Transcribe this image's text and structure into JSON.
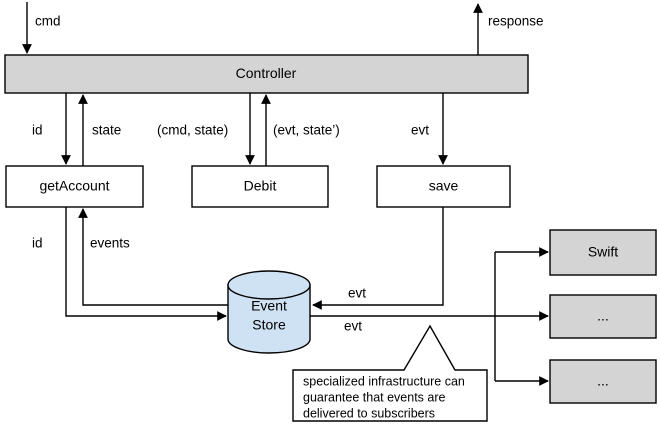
{
  "diagram": {
    "title": "Event Sourcing / CQRS flow diagram",
    "colors": {
      "process_fill": "#d4d4d4",
      "step_fill": "#ffffff",
      "datastore_fill": "#cfe2f3",
      "stroke": "#000000",
      "background": "#ffffff"
    },
    "nodes": [
      {
        "id": "controller",
        "label": "Controller",
        "shape": "rectangle",
        "fill": "gray"
      },
      {
        "id": "getAccount",
        "label": "getAccount",
        "shape": "rectangle",
        "fill": "white"
      },
      {
        "id": "debit",
        "label": "Debit",
        "shape": "rectangle",
        "fill": "white"
      },
      {
        "id": "save",
        "label": "save",
        "shape": "rectangle",
        "fill": "white"
      },
      {
        "id": "eventStore",
        "label_line1": "Event",
        "label_line2": "Store",
        "shape": "cylinder",
        "fill": "blue"
      },
      {
        "id": "subscriber1",
        "label": "Swift",
        "shape": "rectangle",
        "fill": "gray"
      },
      {
        "id": "subscriber2",
        "label": "...",
        "shape": "rectangle",
        "fill": "gray"
      },
      {
        "id": "subscriber3",
        "label": "...",
        "shape": "rectangle",
        "fill": "gray"
      }
    ],
    "edge_labels": {
      "cmd_in": "cmd",
      "response_out": "response",
      "controller_to_getaccount": "id",
      "getaccount_to_controller": "state",
      "controller_to_debit": "(cmd, state)",
      "debit_to_controller": "(evt, state’)",
      "controller_to_save": "evt",
      "getaccount_to_store": "id",
      "store_to_getaccount": "events",
      "save_to_store": "evt",
      "store_to_subscribers": "evt"
    },
    "callout": {
      "lines": [
        "specialized infrastructure can",
        "guarantee that events are",
        "delivered to subscribers"
      ]
    }
  }
}
